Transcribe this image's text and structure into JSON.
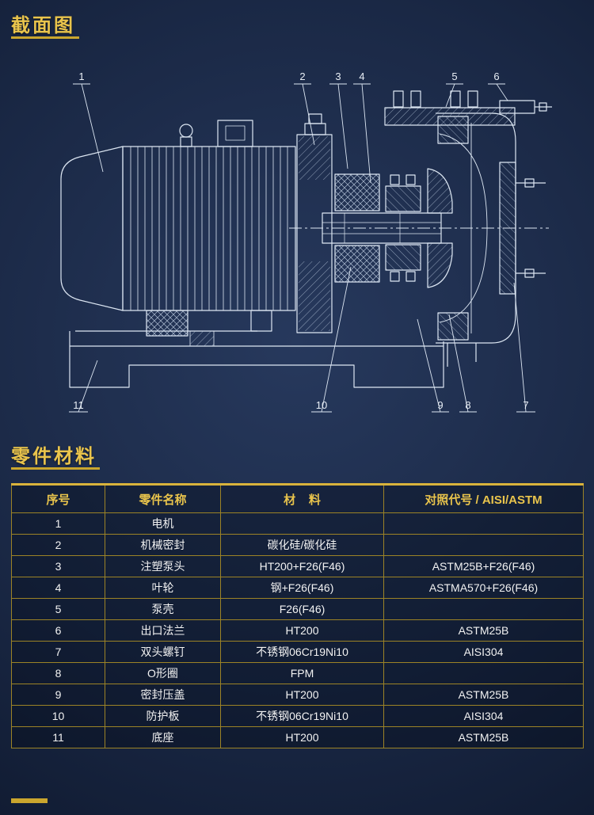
{
  "page": {
    "accent_color": "#e9c44c",
    "line_color": "#caa62e",
    "background_color": "#16233f"
  },
  "sections": {
    "drawing_title": "截面图",
    "materials_title": "零件材料"
  },
  "diagram": {
    "kind": "centrifugal-pump-cross-section",
    "callouts": [
      "1",
      "2",
      "3",
      "4",
      "5",
      "6",
      "7",
      "8",
      "9",
      "10",
      "11"
    ]
  },
  "table": {
    "headers": [
      "序号",
      "零件名称",
      "材    料",
      "对照代号 / AISI/ASTM"
    ],
    "rows": [
      [
        "1",
        "电机",
        "",
        ""
      ],
      [
        "2",
        "机械密封",
        "碳化硅/碳化硅",
        ""
      ],
      [
        "3",
        "注塑泵头",
        "HT200+F26(F46)",
        "ASTM25B+F26(F46)"
      ],
      [
        "4",
        "叶轮",
        "钢+F26(F46)",
        "ASTMA570+F26(F46)"
      ],
      [
        "5",
        "泵壳",
        "F26(F46)",
        ""
      ],
      [
        "6",
        "出口法兰",
        "HT200",
        "ASTM25B"
      ],
      [
        "7",
        "双头螺钉",
        "不锈钢06Cr19Ni10",
        "AISI304"
      ],
      [
        "8",
        "O形圈",
        "FPM",
        ""
      ],
      [
        "9",
        "密封压盖",
        "HT200",
        "ASTM25B"
      ],
      [
        "10",
        "防护板",
        "不锈钢06Cr19Ni10",
        "AISI304"
      ],
      [
        "11",
        "底座",
        "HT200",
        "ASTM25B"
      ]
    ]
  }
}
